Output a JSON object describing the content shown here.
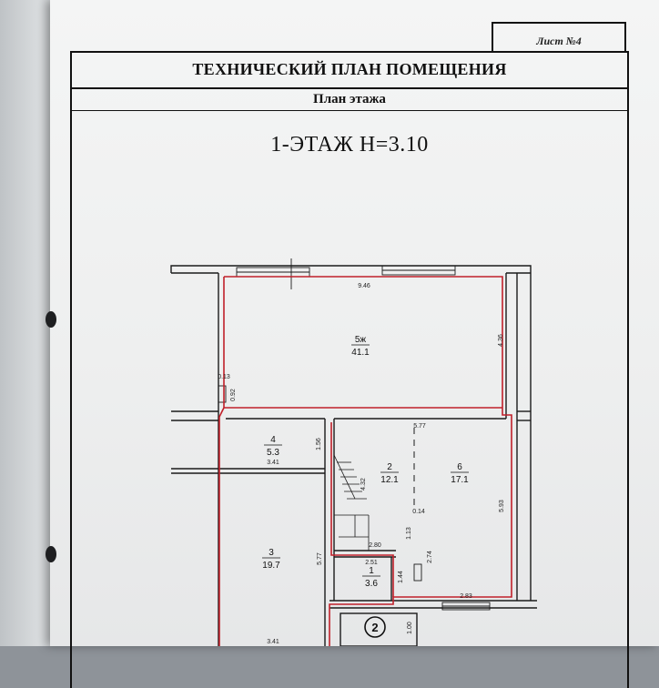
{
  "sheet": {
    "label": "Лист №4"
  },
  "header": {
    "title": "ТЕХНИЧЕСКИЙ ПЛАН ПОМЕЩЕНИЯ",
    "subtitle": "План этажа"
  },
  "floor": {
    "title": "1-ЭТАЖ  Н=3.10"
  },
  "rooms": [
    {
      "number": "5ж",
      "area": "41.1"
    },
    {
      "number": "4",
      "area": "5.3"
    },
    {
      "number": "2",
      "area": "12.1"
    },
    {
      "number": "6",
      "area": "17.1"
    },
    {
      "number": "3",
      "area": "19.7"
    },
    {
      "number": "1",
      "area": "3.6"
    }
  ],
  "dimensions": {
    "top_width": "9.46",
    "right_upper": "4.36",
    "left_small_a": "0.13",
    "left_small_b": "0.92",
    "corridor_depth": "1.56",
    "corridor_width": "3.41",
    "middle_width": "5.77",
    "stair_height": "4.32",
    "pillar": "0.14",
    "right_lower": "5.93",
    "left_lower": "5.77",
    "stair_base": "2.80",
    "closet_width": "2.51",
    "step_a": "1.13",
    "step_b": "2.74",
    "closet_depth": "1.44",
    "bottom_right": "2.83",
    "bottom_left": "3.41",
    "entry": "1.00"
  },
  "marker": {
    "number": "2"
  },
  "colors": {
    "outline": "#c0202a",
    "walls": "#1a1a1a",
    "paper": "#f2f3f3"
  }
}
